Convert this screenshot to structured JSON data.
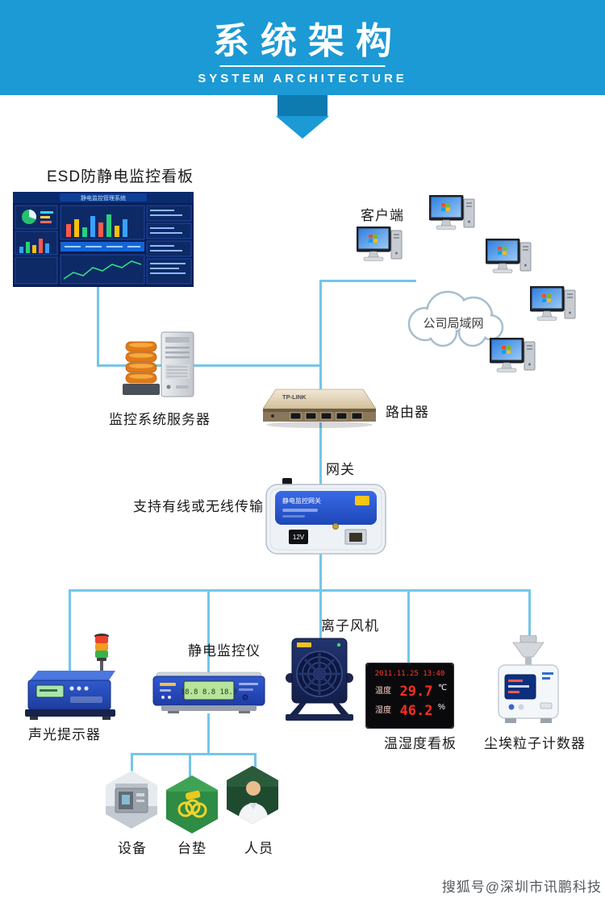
{
  "header": {
    "title": "系统架构",
    "subtitle": "SYSTEM ARCHITECTURE"
  },
  "nodes": {
    "dashboard": {
      "label": "ESD防静电监控看板",
      "screen_title": "静电监控管理系统"
    },
    "clients": {
      "label": "客户端"
    },
    "lan": {
      "label": "公司局域网"
    },
    "server": {
      "label": "监控系统服务器"
    },
    "router": {
      "label": "路由器",
      "brand": "TP-LINK"
    },
    "gateway": {
      "label": "网关",
      "note": "支持有线或无线传输",
      "device_title": "静电监控网关",
      "port_label": "12V"
    },
    "alarm": {
      "label": "声光提示器"
    },
    "static_monitor": {
      "label": "静电监控仪",
      "lcd": "18.8 8.8 18.8"
    },
    "ion_fan": {
      "label": "离子风机"
    },
    "th_board": {
      "label": "温湿度看板",
      "datetime": "2011.11.25 13:40",
      "temp_label": "温度",
      "temp_value": "29.7",
      "temp_unit": "℃",
      "hum_label": "湿度",
      "hum_value": "46.2",
      "hum_unit": "%"
    },
    "particle_counter": {
      "label": "尘埃粒子计数器"
    },
    "equipment": {
      "label": "设备"
    },
    "mat": {
      "label": "台垫"
    },
    "personnel": {
      "label": "人员"
    }
  },
  "watermark": "搜狐号@深圳市讯鹏科技",
  "colors": {
    "accent": "#1b9ad5",
    "accent_dark": "#0d7ab0",
    "connector": "#74c6e8"
  }
}
